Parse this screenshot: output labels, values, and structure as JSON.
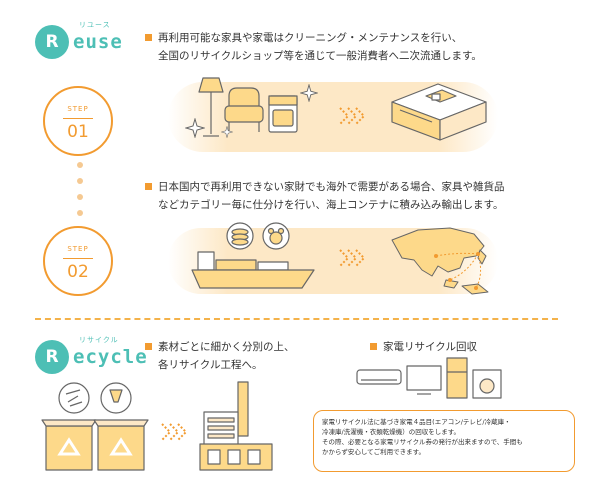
{
  "reuse": {
    "badge_letter": "R",
    "badge_kana": "リユース",
    "badge_rest": "euse",
    "step1": {
      "label": "STEP",
      "number": "01",
      "text": "再利用可能な家具や家電はクリーニング・メンテナンスを行い、\n全国のリサイクルショップ等を通じて一般消費者へ二次流通します。"
    },
    "step2": {
      "label": "STEP",
      "number": "02",
      "text": "日本国内で再利用できない家財でも海外で需要がある場合、家具や雑貨品\nなどカテゴリー毎に仕分けを行い、海上コンテナに積み込み輸出します。"
    }
  },
  "recycle": {
    "badge_letter": "R",
    "badge_kana": "リサイクル",
    "badge_rest": "ecycle",
    "sort_text": "素材ごとに細かく分別の上、\n各リサイクル工程へ。",
    "appliance_title": "家電リサイクル回収",
    "notice": "家電リサイクル法に基づき家電４品目(エアコン/テレビ/冷蔵庫・\n冷凍庫/洗濯機・衣類乾燥機）の回収をします。\nその際、必要となる家電リサイクル券の発行が出来ますので、手間も\nかからず安心してご利用できます。"
  },
  "colors": {
    "accent_orange": "#f29b30",
    "teal": "#4dbfb5",
    "band": "#fde8c6",
    "illustration_fill": "#fdd98a",
    "line": "#666666"
  }
}
